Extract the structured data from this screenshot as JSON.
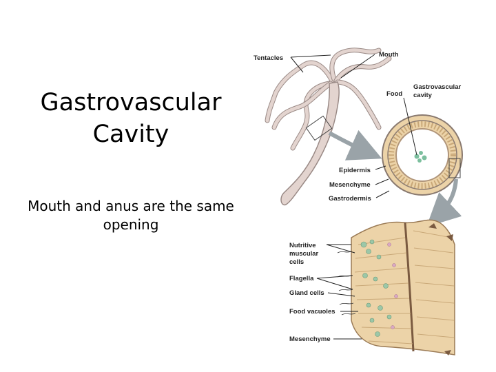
{
  "slide": {
    "title_line1": "Gastrovascular",
    "title_line2": "Cavity",
    "body": "Mouth and anus are the same opening"
  },
  "figure": {
    "labels": {
      "tentacles": "Tentacles",
      "mouth": "Mouth",
      "food": "Food",
      "gastrovascular": "Gastrovascular",
      "cavity": "cavity",
      "epidermis": "Epidermis",
      "mesenchyme_top": "Mesenchyme",
      "gastrodermis": "Gastrodermis",
      "nutritive": "Nutritive",
      "muscular": "muscular",
      "cells": "cells",
      "flagella": "Flagella",
      "gland_cells": "Gland cells",
      "food_vacuoles": "Food vacuoles",
      "mesenchyme_bottom": "Mesenchyme"
    },
    "colors": {
      "hydra_body": "#e3d4cf",
      "hydra_outline": "#9a8a86",
      "tissue": "#ecd3a8",
      "tissue_dark": "#c9a878",
      "food_green": "#7cbf9e",
      "arrow_gray": "#9aa3a8"
    }
  }
}
